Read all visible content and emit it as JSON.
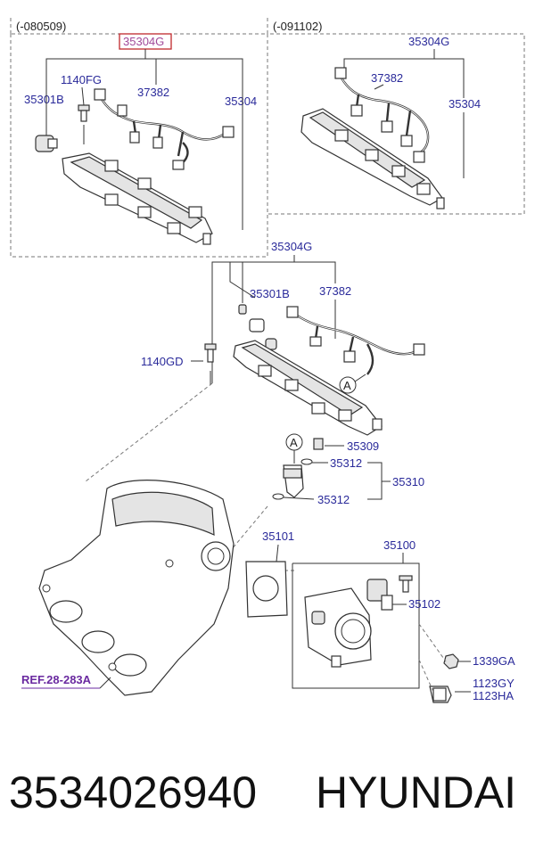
{
  "diagram": {
    "panel_a_version": "(-080509)",
    "panel_b_version": "(-091102)",
    "labels": {
      "a_35304G": "35304G",
      "a_1140FG": "1140FG",
      "a_37382": "37382",
      "a_35301B": "35301B",
      "a_35304": "35304",
      "b_35304G": "35304G",
      "b_37382": "37382",
      "b_35304": "35304",
      "m_35304G": "35304G",
      "m_35301B": "35301B",
      "m_37382": "37382",
      "m_1140GD": "1140GD",
      "m_A1": "A",
      "m_A2": "A",
      "m_35309": "35309",
      "m_35312_top": "35312",
      "m_35310": "35310",
      "m_35312_bot": "35312",
      "m_35101": "35101",
      "m_35100": "35100",
      "m_35102": "35102",
      "m_1339GA": "1339GA",
      "m_1123GY": "1123GY",
      "m_1123HA": "1123HA",
      "ref": "REF.28-283A"
    },
    "highlight_color": "#c0282d",
    "label_color": "#2a2a9a"
  },
  "footer": {
    "part_number": "3534026940",
    "brand": "HYUNDAI"
  }
}
